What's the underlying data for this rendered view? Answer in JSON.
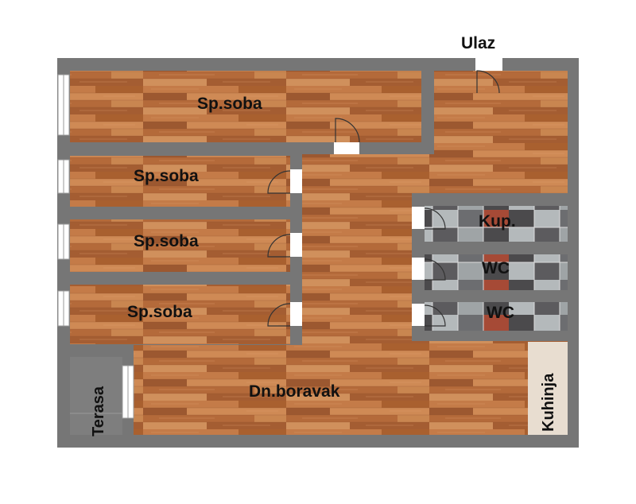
{
  "plan": {
    "entrance_label": "Ulaz",
    "rooms": [
      {
        "id": "bedroom-1",
        "label": "Sp.soba",
        "floor": "wood"
      },
      {
        "id": "bedroom-2",
        "label": "Sp.soba",
        "floor": "wood"
      },
      {
        "id": "bedroom-3",
        "label": "Sp.soba",
        "floor": "wood"
      },
      {
        "id": "bedroom-4",
        "label": "Sp.soba",
        "floor": "wood"
      },
      {
        "id": "bathroom",
        "label": "Kup.",
        "floor": "tile"
      },
      {
        "id": "toilet-1",
        "label": "WC",
        "floor": "tile"
      },
      {
        "id": "toilet-2",
        "label": "WC",
        "floor": "tile"
      },
      {
        "id": "living-room",
        "label": "Dn.boravak",
        "floor": "wood"
      },
      {
        "id": "terrace",
        "label": "Terasa",
        "floor": "concrete"
      },
      {
        "id": "kitchen",
        "label": "Kuhinja",
        "floor": "light"
      }
    ]
  },
  "colors": {
    "wall": "#767676",
    "wood": "#b9703f",
    "wood_dark": "#9c5830",
    "wood_light": "#cf8a55",
    "tile_gray": "#8f9294",
    "tile_dark": "#4b4a4c",
    "tile_light": "#b4b9bb",
    "tile_red": "#a64a36",
    "concrete": "#7e7e7e",
    "kitchen": "#e8ddd0",
    "window": "#ffffff",
    "door_line": "#333333"
  }
}
